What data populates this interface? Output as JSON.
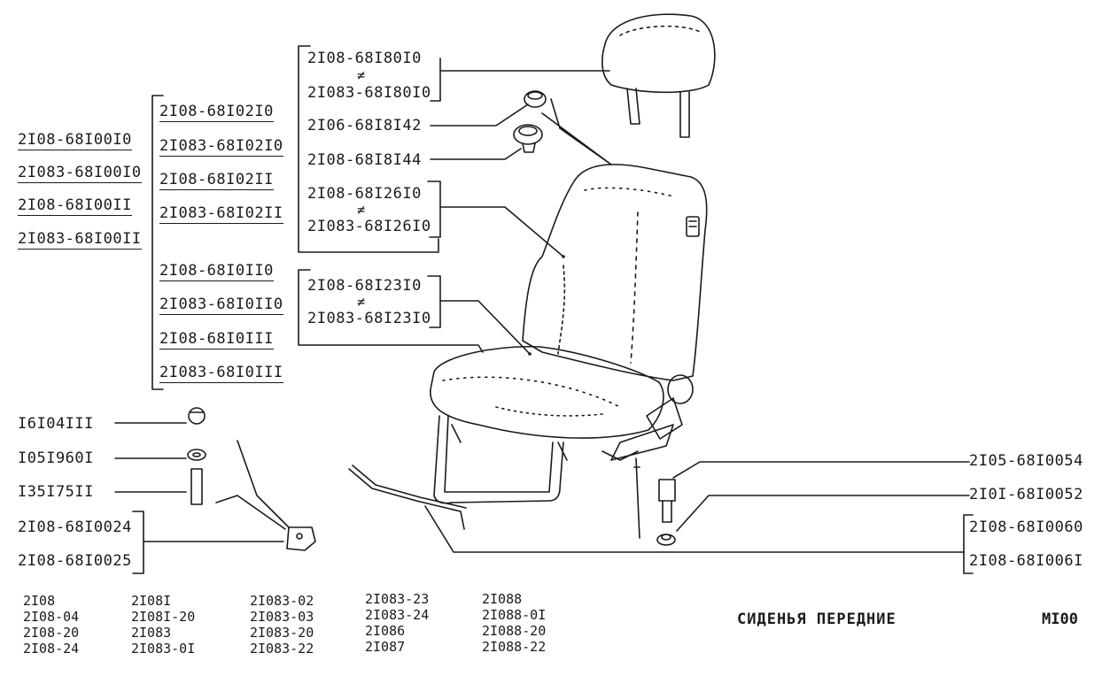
{
  "left_group": {
    "assembly": [
      "2I08-68I00I0",
      "2I083-68I00I0",
      "2I08-68I00II",
      "2I083-68I00II"
    ],
    "cover_upper": [
      "2I08-68I02I0",
      "2I083-68I02I0",
      "2I08-68I02II",
      "2I083-68I02II"
    ],
    "cover_lower": [
      "2I08-68I0II0",
      "2I083-68I0II0",
      "2I08-68I0III",
      "2I083-68I0III"
    ]
  },
  "top_group": {
    "headrest": [
      "2I08-68I80I0",
      "2I083-68I80I0"
    ],
    "bushing_1": "2I06-68I8I42",
    "bushing_2": "2I08-68I8I44",
    "backrest": [
      "2I08-68I26I0",
      "2I083-68I26I0"
    ],
    "cushion": [
      "2I08-68I23I0",
      "2I083-68I23I0"
    ],
    "neq_symbol": "≠"
  },
  "left_small_parts": {
    "nut": "I6I04III",
    "washer": "I05I960I",
    "pin": "I35I75II",
    "bracket": [
      "2I08-68I0024",
      "2I08-68I0025"
    ]
  },
  "right_parts": {
    "bolt": "2I05-68I0054",
    "spacer": "2I0I-68I0052",
    "rod": [
      "2I08-68I0060",
      "2I08-68I006I"
    ]
  },
  "models": [
    [
      "2I08",
      "2I08-04",
      "2I08-20",
      "2I08-24"
    ],
    [
      "2I08I",
      "2I08I-20",
      "2I083",
      "2I083-0I"
    ],
    [
      "2I083-02",
      "2I083-03",
      "2I083-20",
      "2I083-22"
    ],
    [
      "2I083-23",
      "2I083-24",
      "2I086",
      "2I087"
    ],
    [
      "2I088",
      "2I088-0I",
      "2I088-20",
      "2I088-22"
    ]
  ],
  "footer": {
    "title": "СИДЕНЬЯ ПЕРЕДНИЕ",
    "code": "MI00"
  }
}
